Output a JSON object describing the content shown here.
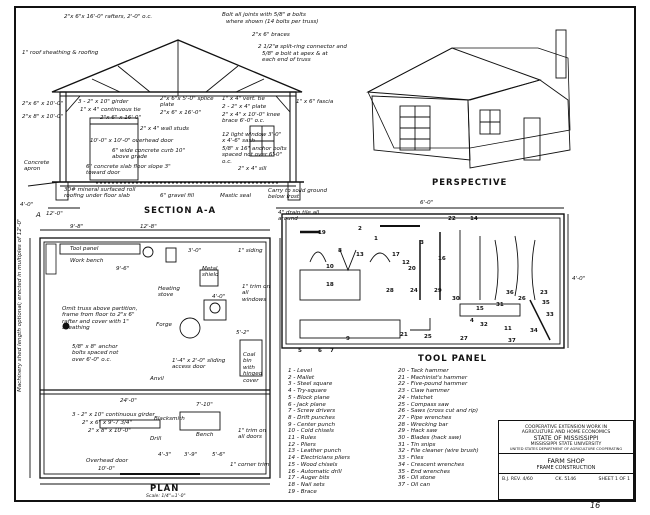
{
  "section_title": "SECTION A-A",
  "plan_title": "PLAN",
  "plan_scale": "Scale: 1/4\"=1'-0\"",
  "perspective_title": "PERSPECTIVE",
  "tool_panel_title": "TOOL PANEL",
  "page_number": "16",
  "section_labels": [
    "2\"x 6\"x 16'-0\" rafters, 2'-0\" o.c.",
    "1\" roof sheathing & roofing",
    "Bolt all joints with 5/8\" ø bolts",
    "where shown (14 bolts per truss)",
    "2\"x 6\" braces",
    "2 1/2\"ø split-ring connector and",
    "5/8\" ø bolt at apex & at each end of truss",
    "2\"x 6\" x 10'-0\"",
    "2\"x 8\" x 10'-0\"",
    "3 - 2\" x 10\" girder",
    "1\" x 4\" continuous tie",
    "2\"x 6\" x 16'-0\"",
    "2\"x 6\"x 5'-0\" splice plate",
    "2\"x 6\" x 16'-0\"",
    "1\" x 4\" vert. tie",
    "2 - 2\" x 4\" plate",
    "2\" x 4\" x 10'-0\" knee brace 6'-0\" o.c.",
    "2\" x 4\" wall studs",
    "10'-0\" x 10'-0\" overhead door",
    "12 light window 3'-0\" x 4'-6\" sash",
    "6\" wide concrete curb 10\" above grade",
    "5/8\" x 16\" anchor bolts spaced not over 6'-0\" o.c.",
    "1\" x 6\" fascia",
    "Concrete apron",
    "6\" concrete slab floor slope 3\" toward door",
    "2\" x 4\" sill",
    "30# mineral surfaced roll roofing under floor slab",
    "6\" gravel fill",
    "Mastic seal",
    "Carry to solid ground below frost",
    "4\" drain tile all around",
    "4'-0\"",
    "12'-0\""
  ],
  "plan_labels": [
    "Tool panel",
    "Work bench",
    "1\" siding",
    "Metal shield",
    "Heating stove",
    "1\" trim on all windows",
    "Omit truss above partition, frame from floor to 2\"x 6\" rafter and cover with 1\" sheathing",
    "5/8\" x 8\" anchor bolts spaced not over 6'-0\" o.c.",
    "Forge",
    "1'-4\" x 2'-0\" sliding access door",
    "Coal bin with hinged cover",
    "Anvil",
    "Machinery shed length optional; erected in multiples of 12'-0\"",
    "3 - 2\" x 10\" continuous girder",
    "2\" x 6\" x 9'-7 3/4\"",
    "2\" x 8\" x 10'-0\"",
    "Blacksmith",
    "Drill",
    "Bench",
    "1\" trim on all doors",
    "Overhead door",
    "1\" corner trim",
    "24'-0\"",
    "10'-0\"",
    "7'-10\"",
    "4'-3\"",
    "3'-9\"",
    "5'-6\"",
    "9'-8\"",
    "12'-8\"",
    "9'-6\"",
    "4'-0\"",
    "3'-0\"",
    "5'-2\"",
    "A"
  ],
  "tool_panel_dims": [
    "6'-0\"",
    "4'-0\""
  ],
  "tool_numbers": [
    "22",
    "14",
    "2",
    "19",
    "1",
    "3",
    "8",
    "13",
    "17",
    "12",
    "16",
    "10",
    "20",
    "18",
    "28",
    "24",
    "29",
    "30",
    "31",
    "36",
    "26",
    "23",
    "35",
    "15",
    "33",
    "4",
    "32",
    "11",
    "9",
    "21",
    "25",
    "27",
    "34",
    "37",
    "5",
    "6",
    "7"
  ],
  "tool_list_left": [
    "1 - Level",
    "2 - Mallet",
    "3 - Steel square",
    "4 - Try-square",
    "5 - Block plane",
    "6 - Jack plane",
    "7 - Screw drivers",
    "8 - Drift punches",
    "9 - Center punch",
    "10 - Cold chisels",
    "11 - Rules",
    "12 - Pliers",
    "13 - Leather punch",
    "14 - Electricians pliers",
    "15 - Wood chisels",
    "16 - Automatic drill",
    "17 - Auger bits",
    "18 - Nail sets",
    "19 - Brace"
  ],
  "tool_list_right": [
    "20 - Tack hammer",
    "21 - Machinist's hammer",
    "22 - Five-pound hammer",
    "23 - Claw hammer",
    "24 - Hatchet",
    "25 - Compass saw",
    "26 - Saws (cross cut and rip)",
    "27 - Pipe wrenches",
    "28 - Wrecking bar",
    "29 - Hack saw",
    "30 - Blades (hack saw)",
    "31 - Tin snips",
    "32 - File cleaner (wire brush)",
    "33 - Files",
    "34 - Crescent wrenches",
    "35 - End wrenches",
    "36 - Oil stone",
    "37 - Oil can"
  ],
  "title_block": {
    "line1": "COOPERATIVE EXTENSION WORK IN",
    "line2": "AGRICULTURE AND HOME ECONOMICS",
    "line3": "STATE OF MISSISSIPPI",
    "line4": "MISSISSIPPI STATE UNIVERSITY",
    "line5": "UNITED STATES DEPARTMENT OF AGRICULTURE COOPERATING",
    "title": "FARM SHOP",
    "subtitle": "FRAME CONSTRUCTION",
    "rev": "B.J. REV. 4/60",
    "ck": "CK. 5146",
    "sheet": "SHEET 1 OF 1"
  }
}
